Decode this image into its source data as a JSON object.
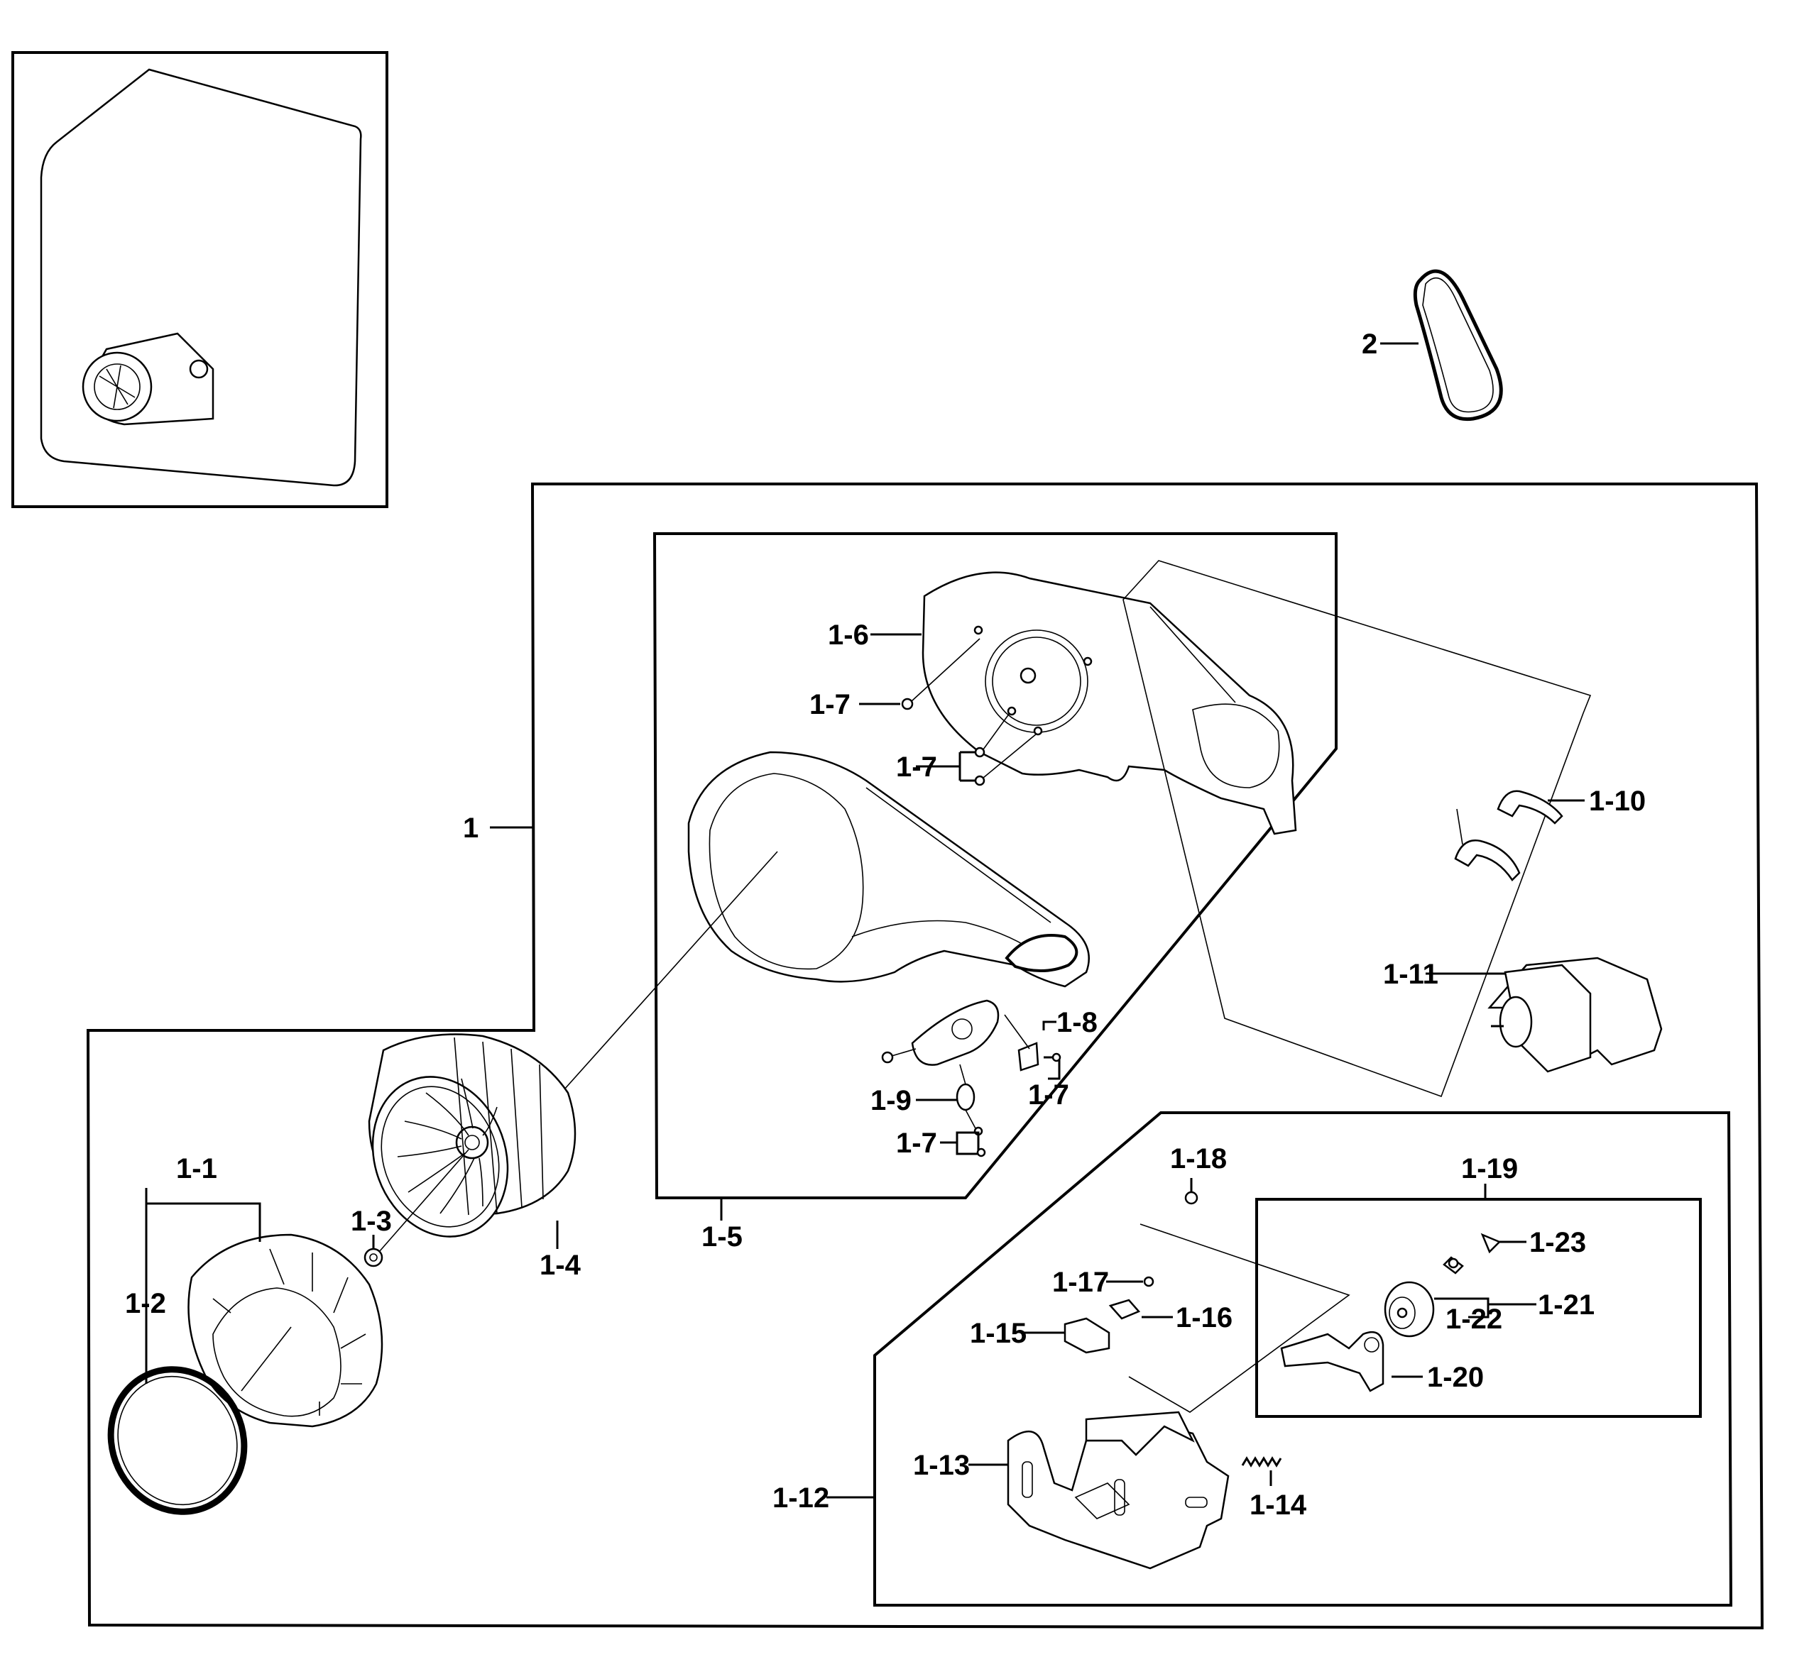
{
  "callouts": {
    "l_2": "2",
    "l_1": "1",
    "l_1_1": "1-1",
    "l_1_2": "1-2",
    "l_1_3": "1-3",
    "l_1_4": "1-4",
    "l_1_5": "1-5",
    "l_1_6": "1-6",
    "l_1_7": "1-7",
    "l_1_8": "1-8",
    "l_1_9": "1-9",
    "l_1_10": "1-10",
    "l_1_11": "1-11",
    "l_1_12": "1-12",
    "l_1_13": "1-13",
    "l_1_14": "1-14",
    "l_1_15": "1-15",
    "l_1_16": "1-16",
    "l_1_17": "1-17",
    "l_1_18": "1-18",
    "l_1_19": "1-19",
    "l_1_20": "1-20",
    "l_1_21": "1-21",
    "l_1_22": "1-22",
    "l_1_23": "1-23"
  }
}
